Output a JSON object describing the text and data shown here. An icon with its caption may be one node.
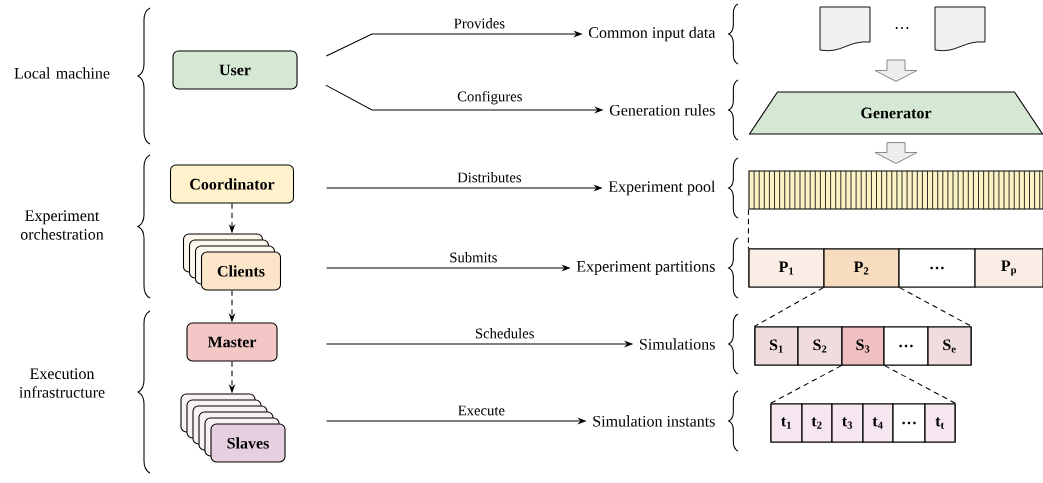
{
  "diagram": {
    "nodes": [
      {
        "text": [
          "User"
        ]
      },
      {
        "text": [
          "Coordinator"
        ]
      },
      {
        "text": [
          "Clients"
        ]
      },
      {
        "text": [
          "Master"
        ]
      },
      {
        "text": [
          "Slaves"
        ]
      },
      {
        "text": [
          "Common input data"
        ]
      },
      {
        "text": [
          "Generation rules"
        ]
      },
      {
        "text": [
          "Experiment pool"
        ]
      },
      {
        "text": [
          "Experiment partitions"
        ]
      },
      {
        "text": [
          "Simulations"
        ]
      },
      {
        "text": [
          "Simulation instants"
        ]
      },
      {
        "text": [],
        "shape": "document"
      },
      {
        "text": [],
        "shape": "document"
      },
      {
        "text": [
          "Generator"
        ]
      },
      {
        "text": [],
        "shape": "bar"
      },
      {
        "text": [],
        "shape": "box"
      },
      {
        "text": [
          "P$_{1}$"
        ],
        "in": 15
      },
      {
        "text": [
          "P$_{2}$"
        ],
        "in": 15
      },
      {
        "text": [
          "…"
        ],
        "in": 15
      },
      {
        "text": [
          "P$_{p}$"
        ],
        "in": 15
      },
      {
        "text": [],
        "shape": "box"
      },
      {
        "text": [
          "S$_{1}$"
        ],
        "in": 20
      },
      {
        "text": [
          "S$_{2}$"
        ],
        "in": 20
      },
      {
        "text": [
          "S$_{3}$"
        ],
        "in": 20
      },
      {
        "text": [
          "…"
        ],
        "in": 20
      },
      {
        "text": [
          "S$_{e}$"
        ],
        "in": 20
      },
      {
        "text": [],
        "shape": "box"
      },
      {
        "text": [
          "t$_{1}$"
        ],
        "in": 26
      },
      {
        "text": [
          "t$_{2}$"
        ],
        "in": 26
      },
      {
        "text": [
          "t$_{3}$"
        ],
        "in": 26
      },
      {
        "text": [
          "t$_{4}$"
        ],
        "in": 26
      },
      {
        "text": [
          "…"
        ],
        "in": 26
      },
      {
        "text": [
          "t$_{t}$"
        ],
        "in": 26
      }
    ],
    "edges": [
      {
        "from": 0,
        "to": 5,
        "arrow": "to",
        "label": "Provides"
      },
      {
        "from": 0,
        "to": 6,
        "arrow": "to",
        "label": "Configures"
      },
      {
        "from": 1,
        "to": 7,
        "arrow": "to",
        "label": "Distributes"
      },
      {
        "from": 2,
        "to": 8,
        "arrow": "to",
        "label": "Submits"
      },
      {
        "from": 3,
        "to": 9,
        "arrow": "to",
        "label": "Schedules"
      },
      {
        "from": 4,
        "to": 10,
        "arrow": "to",
        "label": "Execute"
      },
      {
        "from": 1,
        "to": 2,
        "arrow": "to",
        "style": "dashed"
      },
      {
        "from": 2,
        "to": 3,
        "arrow": "to",
        "style": "dashed"
      },
      {
        "from": 3,
        "to": 4,
        "arrow": "to",
        "style": "dashed"
      },
      {
        "from": null,
        "to": 13,
        "arrow": "to",
        "style": "thick"
      },
      {
        "from": 13,
        "to": 14,
        "arrow": "to",
        "style": "thick"
      },
      {
        "from": 14,
        "to": 15,
        "arrow": "none",
        "style": "dashed"
      },
      {
        "from": 17,
        "to": 20,
        "arrow": "none",
        "style": "dashed"
      },
      {
        "from": 17,
        "to": 20,
        "arrow": "none",
        "style": "dashed"
      },
      {
        "from": 23,
        "to": 26,
        "arrow": "none",
        "style": "dashed"
      },
      {
        "from": 23,
        "to": 26,
        "arrow": "none",
        "style": "dashed"
      }
    ],
    "labels": [
      "Local machine",
      "Experiment orchestration",
      "Execution infrastructure",
      "…"
    ]
  }
}
